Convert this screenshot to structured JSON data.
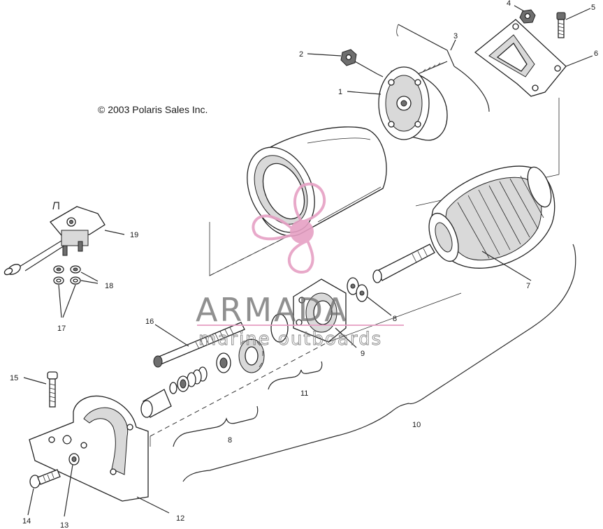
{
  "copyright": "© 2003 Polaris Sales Inc.",
  "watermark": {
    "brand": "ARMADA",
    "tagline": "marine outboards",
    "brand_color": "#e6a0c4",
    "text_color": "#6f6f6f"
  },
  "callouts": {
    "c1": "1",
    "c2": "2",
    "c3": "3",
    "c4": "4",
    "c5": "5",
    "c6": "6",
    "c7": "7",
    "c8a": "8",
    "c8b": "8",
    "c9": "9",
    "c10": "10",
    "c11": "11",
    "c12": "12",
    "c13": "13",
    "c14": "14",
    "c15": "15",
    "c16": "16",
    "c17": "17",
    "c18": "18",
    "c19": "19"
  }
}
